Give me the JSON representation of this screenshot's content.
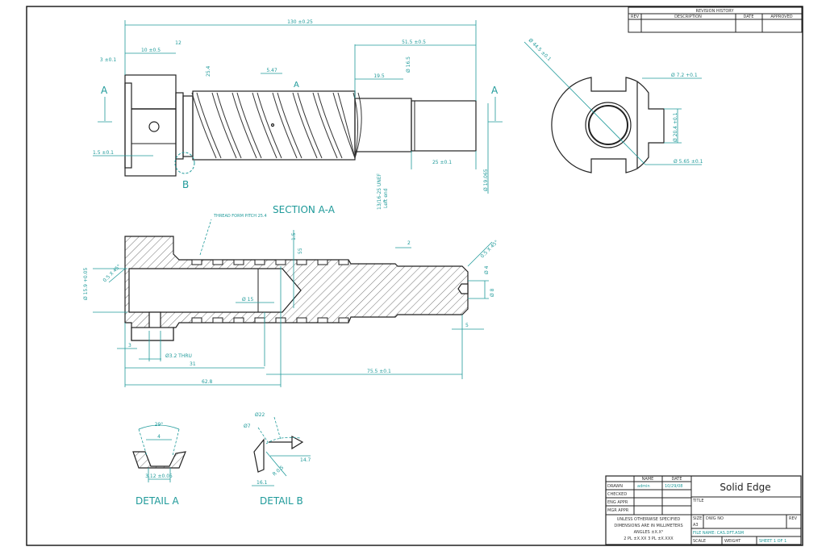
{
  "revision_history": {
    "title": "REVISION HISTORY",
    "columns": [
      "REV",
      "DESCRIPTION",
      "DATE",
      "APPROVED"
    ]
  },
  "title_block": {
    "product": "Solid Edge",
    "headers": {
      "name": "NAME",
      "date": "DATE"
    },
    "rows": [
      {
        "label": "DRAWN",
        "name": "admin",
        "date": "10/29/08"
      },
      {
        "label": "CHECKED",
        "name": "",
        "date": ""
      },
      {
        "label": "ENG APPR",
        "name": "",
        "date": ""
      },
      {
        "label": "MGR APPR",
        "name": "",
        "date": ""
      }
    ],
    "title_label": "TITLE",
    "notes": [
      "UNLESS OTHERWISE SPECIFIED",
      "DIMENSIONS ARE IN MILLIMETERS",
      "ANGLES ±X.X°",
      "2 PL ±X.XX 3 PL ±X.XXX"
    ],
    "size_label": "SIZE",
    "size_value": "A3",
    "dwg_label": "DWG NO",
    "rev_label": "REV",
    "file_name": "FILE NAME: CAS.DFT.ASM",
    "scale_label": "SCALE",
    "weight_label": "WEIGHT",
    "sheet": "SHEET 1 OF 1"
  },
  "views": {
    "section_label": "SECTION A-A",
    "detail_a": "DETAIL A",
    "detail_b": "DETAIL B",
    "cut_a": "A",
    "detail_b_callout": "B"
  },
  "dimensions": {
    "overall": "130 ±0.25",
    "head": "10 ±0.5",
    "gap": "12",
    "flange": "3 ±0.1",
    "head_low": "1.5 ±0.1",
    "thread_pitch": "25.4",
    "groove": "5.47",
    "shank_len": "51.5 ±0.5",
    "shank_dia": "Ø 16.5",
    "shank_sub": "19.5",
    "end_len": "25 ±0.1",
    "thread_note_1": "13/16-25 UNEF",
    "thread_note_2": "Left end",
    "end_dia": "Ø 19.065",
    "outer_dia": "Ø 44.5 ±0.1",
    "end_d1": "Ø 7.2 +0.1",
    "end_d2": "Ø 20.4 +0.1",
    "end_d3": "Ø 5.65 ±0.1",
    "thread_form": "THREAD FORM PITCH 25.4",
    "depth": "1.5",
    "depth2": "55",
    "chamfer_l": "0.5 X 45°",
    "bore": "Ø 15.9 +0.05",
    "bore_dia": "Ø 15",
    "chamfer_r": "0.5 X 45°",
    "small_dia": "Ø 4",
    "end_hole": "Ø 8",
    "step": "2",
    "end_step": "5",
    "pin_off": "3",
    "pin_hole": "Ø3.2 THRU",
    "pin_pos": "31",
    "bore_len": "62.8",
    "shank_total": "75.5 ±0.1",
    "angle": "29°",
    "da_top": "4",
    "da_bot": "3.12 ±0.05",
    "db_d22": "Ø22",
    "db_d7": "Ø7",
    "db_14": "14.7",
    "db_r": "R 0.5",
    "db_16": "16.1"
  }
}
